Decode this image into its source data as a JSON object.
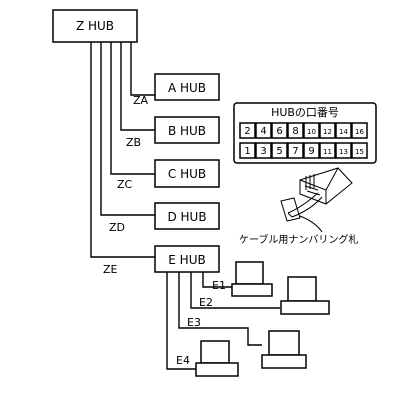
{
  "hubs": {
    "z": "Z HUB",
    "a": "A HUB",
    "b": "B HUB",
    "c": "C HUB",
    "d": "D HUB",
    "e": "E HUB"
  },
  "cables": {
    "za": "ZA",
    "zb": "ZB",
    "zc": "ZC",
    "zd": "ZD",
    "ze": "ZE",
    "e1": "E1",
    "e2": "E2",
    "e3": "E3",
    "e4": "E4"
  },
  "port_panel": {
    "title": "HUBの口番号",
    "top_row": [
      "2",
      "4",
      "6",
      "8",
      "10",
      "12",
      "14",
      "16"
    ],
    "bottom_row": [
      "1",
      "3",
      "5",
      "7",
      "9",
      "11",
      "13",
      "15"
    ]
  },
  "callout": "ケーブル用ナンバリング札"
}
